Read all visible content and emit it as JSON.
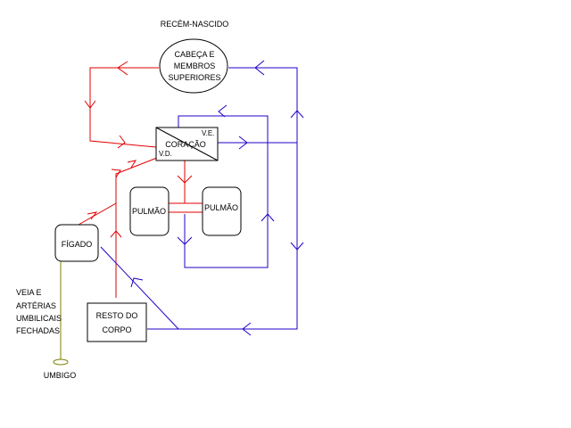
{
  "title": "RECÉM-NASCIDO",
  "nodes": {
    "head": [
      "CABEÇA E",
      "MEMBROS",
      "SUPERIORES"
    ],
    "heart": "CORAÇÃO",
    "ve": "V.E.",
    "vd": "V.D.",
    "lung_left": "PULMÃO",
    "lung_right": "PULMÃO",
    "liver": "FÍGADO",
    "body": [
      "RESTO DO",
      "CORPO"
    ]
  },
  "umbilical_note": [
    "VEIA E",
    "ARTÉRIAS",
    "UMBILICAIS",
    "FECHADAS"
  ],
  "umbilicus": "UMBIGO",
  "colors": {
    "arterial": "#e00000",
    "venous": "#2000c8",
    "umbilical": "#808000",
    "outline": "#000000"
  }
}
